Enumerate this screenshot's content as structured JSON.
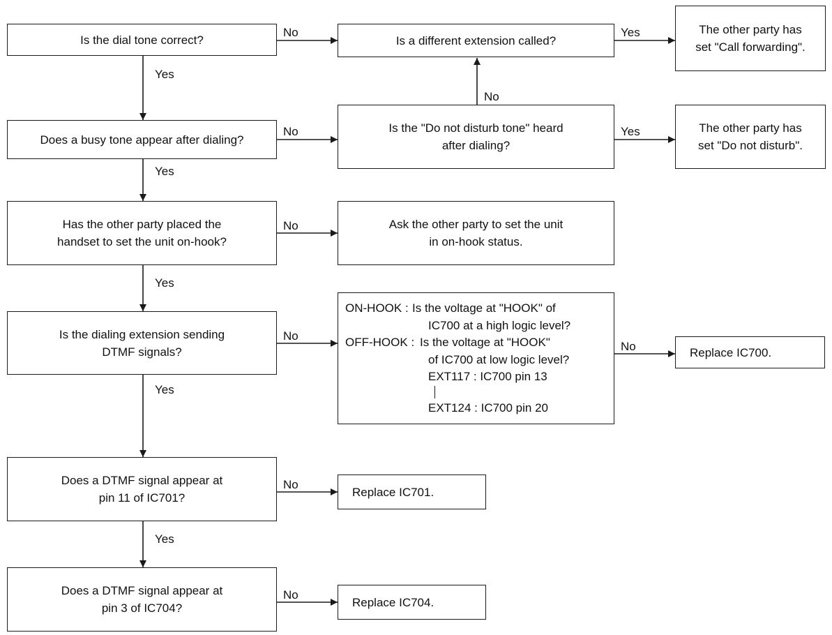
{
  "questions": {
    "q1": {
      "lines": [
        "Is the dial tone correct?"
      ]
    },
    "q2": {
      "lines": [
        "Does a busy tone appear after dialing?"
      ]
    },
    "q3": {
      "lines": [
        "Has the other party placed the",
        "handset to set the unit on-hook?"
      ]
    },
    "q4": {
      "lines": [
        "Is the dialing extension sending",
        "DTMF signals?"
      ]
    },
    "q5": {
      "lines": [
        "Does a DTMF signal appear at",
        "pin 11 of IC701?"
      ]
    },
    "q6": {
      "lines": [
        "Does a DTMF signal appear at",
        "pin 3 of IC704?"
      ]
    },
    "q7": {
      "lines": [
        "Is a different extension called?"
      ]
    },
    "q8": {
      "lines": [
        "Is the \"Do not disturb tone\" heard",
        "after dialing?"
      ]
    }
  },
  "results": {
    "r1": {
      "lines": [
        "The other party has",
        "set \"Call forwarding\"."
      ]
    },
    "r2": {
      "lines": [
        "The other party has",
        "set \"Do not disturb\"."
      ]
    },
    "r3": {
      "lines": [
        "Ask the other party to set the unit",
        "in on-hook status."
      ]
    },
    "r4": {
      "lines": [
        "Replace IC700."
      ]
    },
    "r5": {
      "lines": [
        "Replace IC701."
      ]
    },
    "r6": {
      "lines": [
        "Replace IC704."
      ]
    }
  },
  "hook_check": {
    "on_hook_label": "ON-HOOK :",
    "on_hook_q1": "Is the voltage at  \"HOOK\" of",
    "on_hook_q2": "IC700 at a high logic level?",
    "off_hook_label": "OFF-HOOK :",
    "off_hook_q1": "Is the voltage at  \"HOOK\"",
    "off_hook_q2": "of IC700 at low logic level?",
    "range_start": "EXT117 : IC700 pin 13",
    "range_end": "EXT124 : IC700 pin 20"
  },
  "branch_labels": {
    "yes": "Yes",
    "no": "No"
  },
  "line_color": "#1a1a1a"
}
